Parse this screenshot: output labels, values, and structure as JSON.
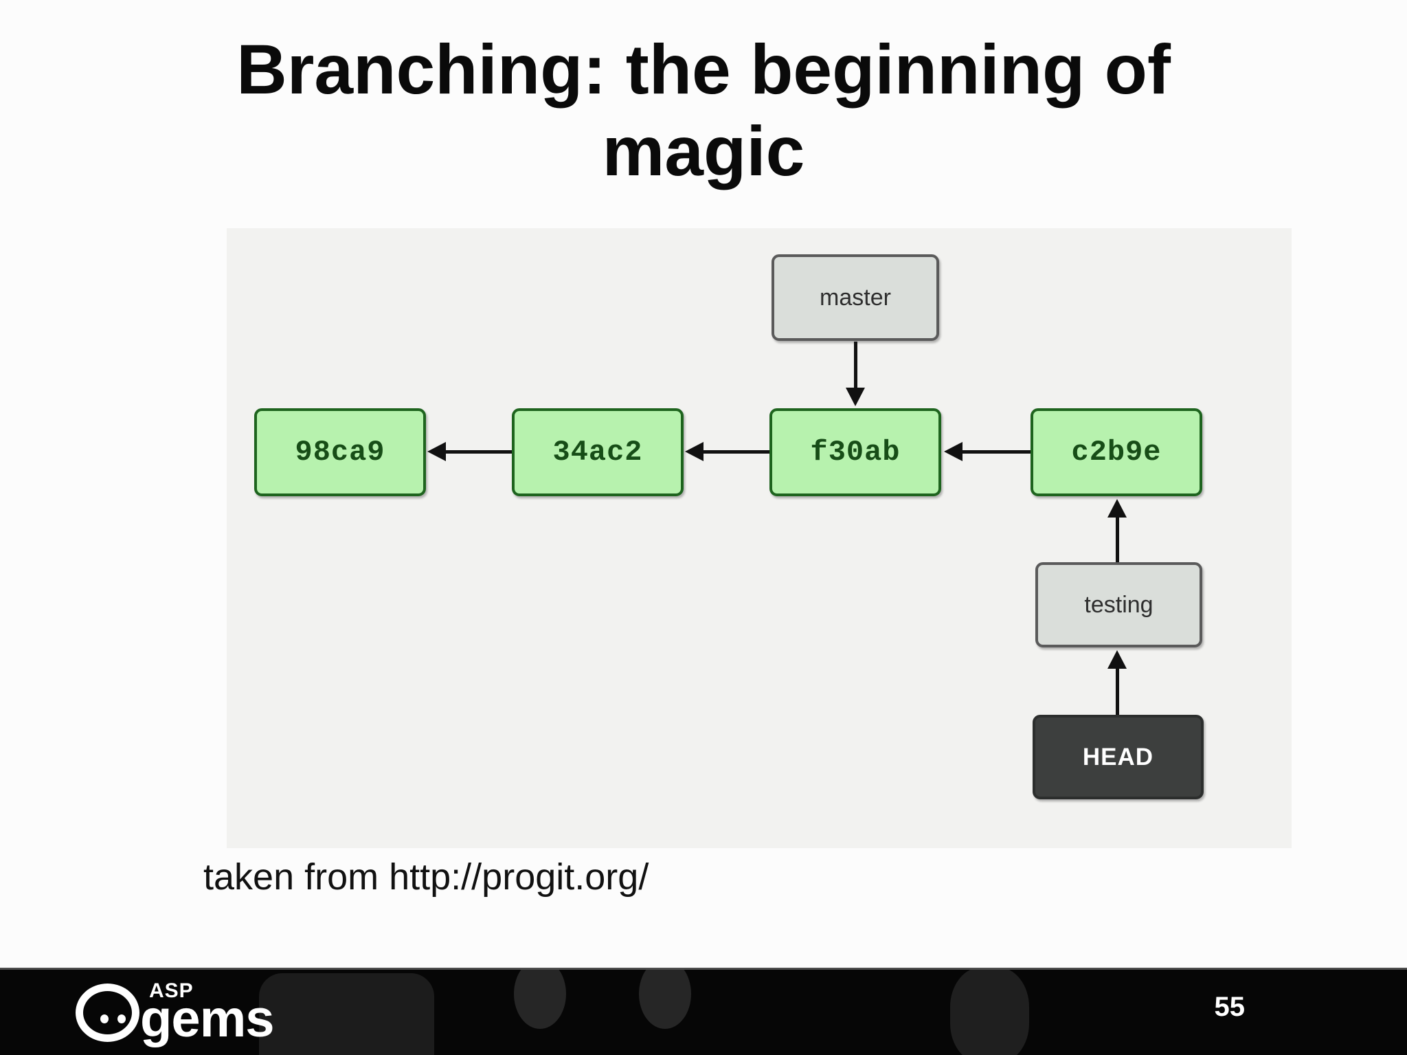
{
  "slide": {
    "title": "Branching: the beginning of magic",
    "caption": "taken from http://progit.org/"
  },
  "diagram": {
    "commits": [
      {
        "id": "98ca9"
      },
      {
        "id": "34ac2"
      },
      {
        "id": "f30ab"
      },
      {
        "id": "c2b9e"
      }
    ],
    "branches": [
      {
        "label": "master",
        "points_to": "f30ab"
      },
      {
        "label": "testing",
        "points_to": "c2b9e"
      }
    ],
    "head": {
      "label": "HEAD",
      "points_to": "testing"
    },
    "colors": {
      "commit_fill": "#b7f2ae",
      "commit_border": "#1e641e",
      "commit_text": "#174d17",
      "branch_fill": "#dadeda",
      "branch_border": "#5a5a5a",
      "head_fill": "#3d3f3e",
      "head_text": "#ffffff",
      "arrow": "#111111"
    }
  },
  "footer": {
    "logo_small_text": "ASP",
    "logo_large_text": "gems",
    "page_number": "55"
  }
}
